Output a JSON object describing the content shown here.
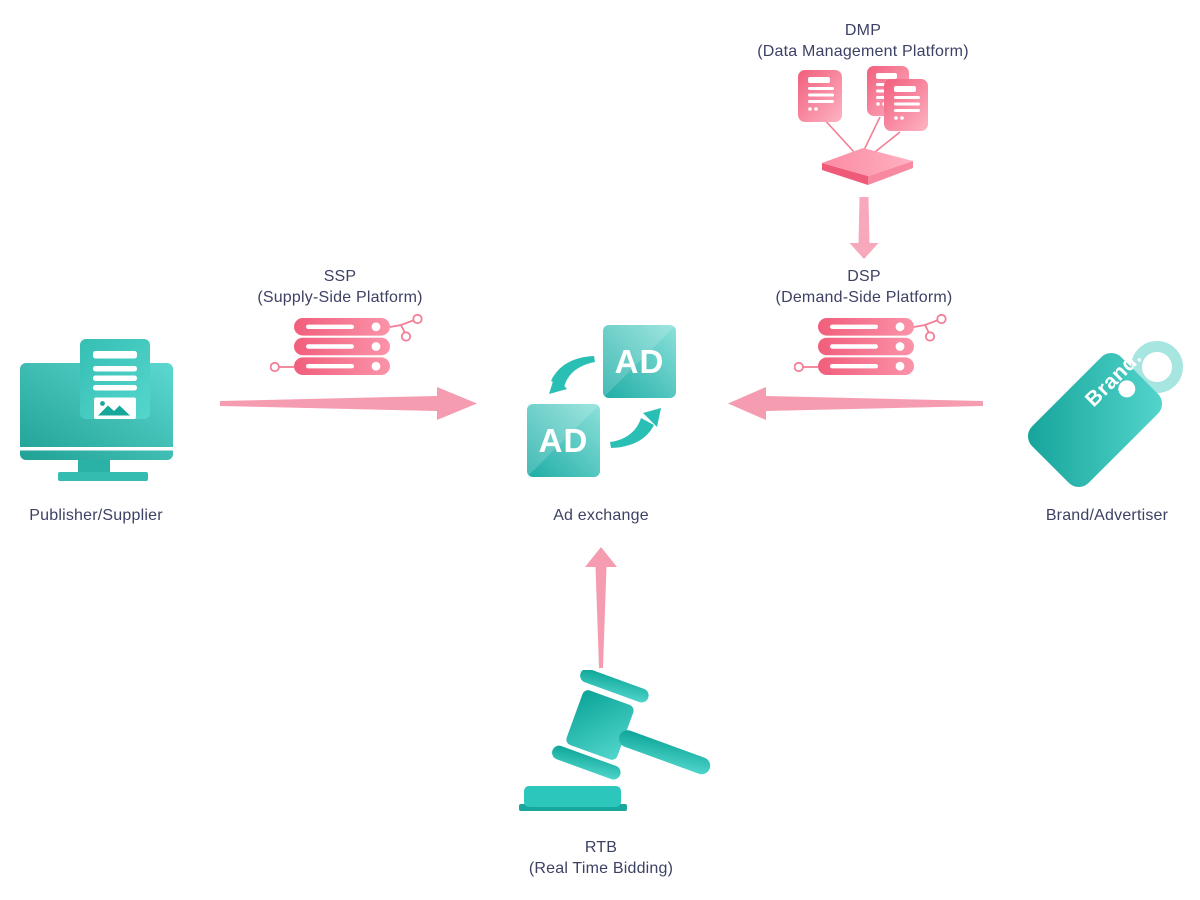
{
  "diagram": {
    "nodes": {
      "publisher": {
        "label": "Publisher/Supplier"
      },
      "ssp": {
        "title": "SSP",
        "subtitle": "(Supply-Side Platform)"
      },
      "ad_exchange": {
        "label": "Ad exchange",
        "badge": "AD"
      },
      "dmp": {
        "title": "DMP",
        "subtitle": "(Data Management Platform)"
      },
      "dsp": {
        "title": "DSP",
        "subtitle": "(Demand-Side Platform)"
      },
      "brand": {
        "label": "Brand/Advertiser",
        "tag_text": "Brand."
      },
      "rtb": {
        "title": "RTB",
        "subtitle": "(Real Time Bidding)"
      }
    },
    "colors": {
      "arrow_pink": "#f59cb1",
      "icon_pink_dark": "#f15e7c",
      "icon_pink_light": "#fda7ba",
      "connector_pink": "#f27f97",
      "icon_teal_dark": "#12a79b",
      "icon_teal_light": "#55d7ce",
      "swoosh_teal": "#2abfb5",
      "ring_teal": "#a6e5e0",
      "text_navy": "#3d4164"
    }
  }
}
